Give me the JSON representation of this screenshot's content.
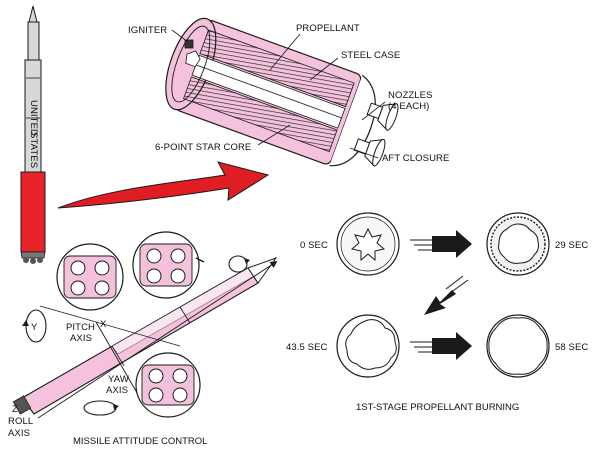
{
  "colors": {
    "rocket_body": "#d7d8dc",
    "rocket_stage": "#e8232a",
    "case_pink": "#f4c2dc",
    "arrow_red": "#e11d24",
    "outline": "#1a1a1a"
  },
  "motor": {
    "igniter": "IGNITER",
    "propellant": "PROPELLANT",
    "steel_case": "STEEL CASE",
    "nozzles_line1": "NOZZLES",
    "nozzles_line2": "(4 EACH)",
    "star_core": "6-POINT STAR CORE",
    "aft_closure": "AFT CLOSURE"
  },
  "burning": {
    "t0": "0 SEC",
    "t1": "29 SEC",
    "t2": "43.5 SEC",
    "t3": "58 SEC",
    "caption": "1ST-STAGE PROPELLANT BURNING"
  },
  "attitude": {
    "pitch_line1": "PITCH",
    "pitch_line2": "AXIS",
    "yaw_line1": "YAW",
    "yaw_line2": "AXIS",
    "roll_line1": "ROLL",
    "roll_line2": "AXIS",
    "x": "X",
    "y": "Y",
    "z": "Z",
    "caption": "MISSILE ATTITUDE CONTROL"
  },
  "icons": [
    "rocket-icon",
    "motor-cutaway-icon",
    "nozzle-cluster-icon",
    "missile-icon",
    "rotation-arrow-icon"
  ]
}
